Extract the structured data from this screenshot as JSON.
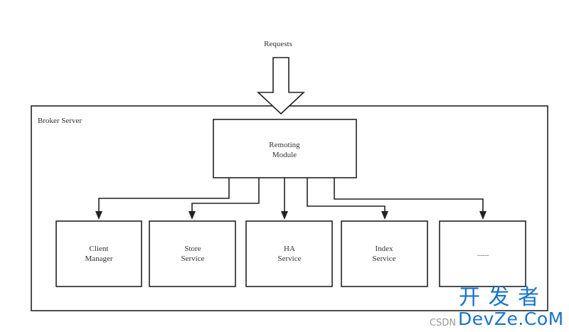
{
  "diagram": {
    "requests_label": "Requests",
    "container_label": "Broker Server",
    "top_module": [
      "Remoting",
      "Module"
    ],
    "modules": [
      {
        "line1": "Client",
        "line2": "Manager"
      },
      {
        "line1": "Store",
        "line2": "Service"
      },
      {
        "line1": "HA",
        "line2": "Service"
      },
      {
        "line1": "Index",
        "line2": "Service"
      },
      {
        "line1": "......",
        "line2": ""
      }
    ]
  },
  "watermark": {
    "top": "开 发 者",
    "bottom": "DevZe.CoM",
    "prefix": "CSDN"
  },
  "colors": {
    "line": "#222222",
    "watermark": "#1a73c9"
  }
}
